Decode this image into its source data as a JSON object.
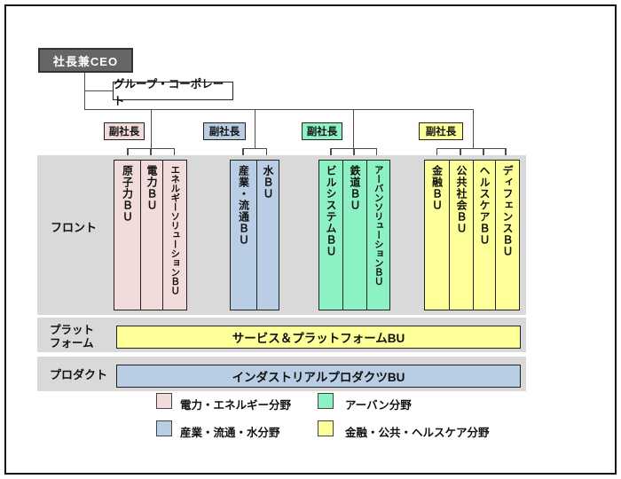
{
  "org": {
    "ceo_label": "社長兼CEO",
    "corporate_label": "グループ・コーポレート",
    "vp_label": "副社長",
    "row_labels": {
      "front": "フロント",
      "platform_line1": "プラット",
      "platform_line2": "フォーム",
      "product": "プロダクト"
    },
    "groups": [
      {
        "name": "power-energy",
        "color": "#F2DCDB",
        "units": [
          "原子力ＢＵ",
          "電力ＢＵ",
          "エネルギーソリューションＢＵ"
        ]
      },
      {
        "name": "industry-distribution-water",
        "color": "#B9CDE4",
        "units": [
          "産業・流通ＢＵ",
          "水ＢＵ"
        ]
      },
      {
        "name": "urban",
        "color": "#8CF2C4",
        "units": [
          "ビルシステムＢＵ",
          "鉄道ＢＵ",
          "アーバンソリューションＢＵ"
        ]
      },
      {
        "name": "finance-public-healthcare",
        "color": "#FFFF99",
        "units": [
          "金融ＢＵ",
          "公共社会ＢＵ",
          "ヘルスケアＢＵ",
          "ディフェンスＢＵ"
        ]
      }
    ],
    "platform_bu_label": "サービス＆プラットフォームBU",
    "product_bu_label": "インダストリアルプロダクツBU"
  },
  "legend": {
    "items": [
      {
        "label": "電力・エネルギー分野",
        "color": "#F2DCDB"
      },
      {
        "label": "産業・流通・水分野",
        "color": "#B9CDE4"
      },
      {
        "label": "アーバン分野",
        "color": "#8CF2C4"
      },
      {
        "label": "金融・公共・ヘルスケア分野",
        "color": "#FFFF99"
      }
    ]
  }
}
